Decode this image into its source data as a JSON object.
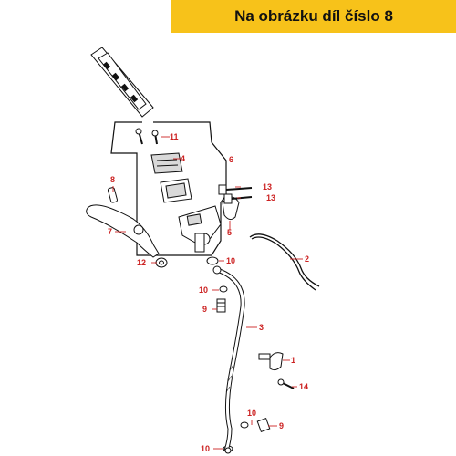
{
  "banner": {
    "text": "Na obrázku díl číslo 8",
    "bg_color": "#f7c21a"
  },
  "callout_color": "#cc2222",
  "callouts": {
    "c11": "11",
    "c4": "4",
    "c6": "6",
    "c8": "8",
    "c13a": "13",
    "c13b": "13",
    "c7": "7",
    "c5": "5",
    "c2": "2",
    "c12": "12",
    "c10a": "10",
    "c10b": "10",
    "c9a": "9",
    "c3": "3",
    "c1": "1",
    "c14": "14",
    "c10c": "10",
    "c9b": "9",
    "c10d": "10"
  }
}
